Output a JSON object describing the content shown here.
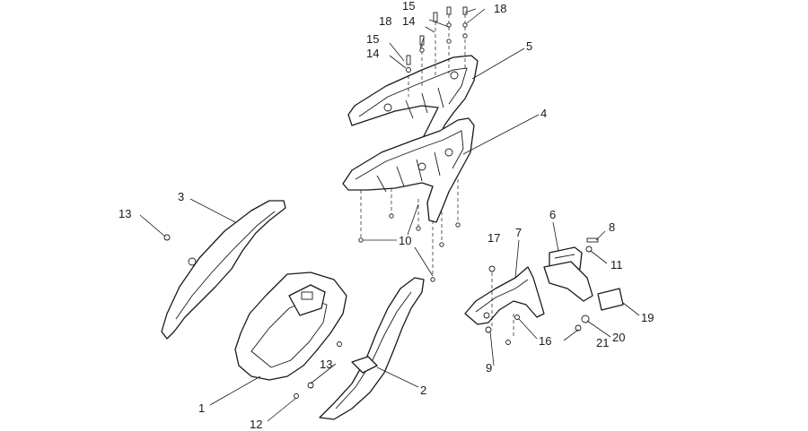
{
  "callouts": {
    "c1": "1",
    "c2": "2",
    "c3": "3",
    "c4": "4",
    "c5": "5",
    "c6": "6",
    "c7": "7",
    "c8": "8",
    "c9": "9",
    "c10": "10",
    "c11": "11",
    "c12": "12",
    "c13a": "13",
    "c13b": "13",
    "c14a": "14",
    "c14b": "14",
    "c15a": "15",
    "c15b": "15",
    "c16": "16",
    "c17": "17",
    "c18a": "18",
    "c18b": "18",
    "c19": "19",
    "c20": "20",
    "c21": "21"
  }
}
